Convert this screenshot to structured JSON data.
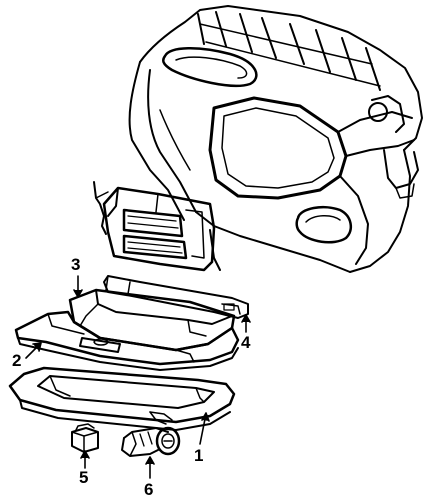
{
  "callouts": {
    "part_1": "1",
    "part_2": "2",
    "part_3": "3",
    "part_4": "4",
    "part_5": "5",
    "part_6": "6"
  },
  "colors": {
    "ink": "#000000",
    "paper": "#ffffff"
  }
}
